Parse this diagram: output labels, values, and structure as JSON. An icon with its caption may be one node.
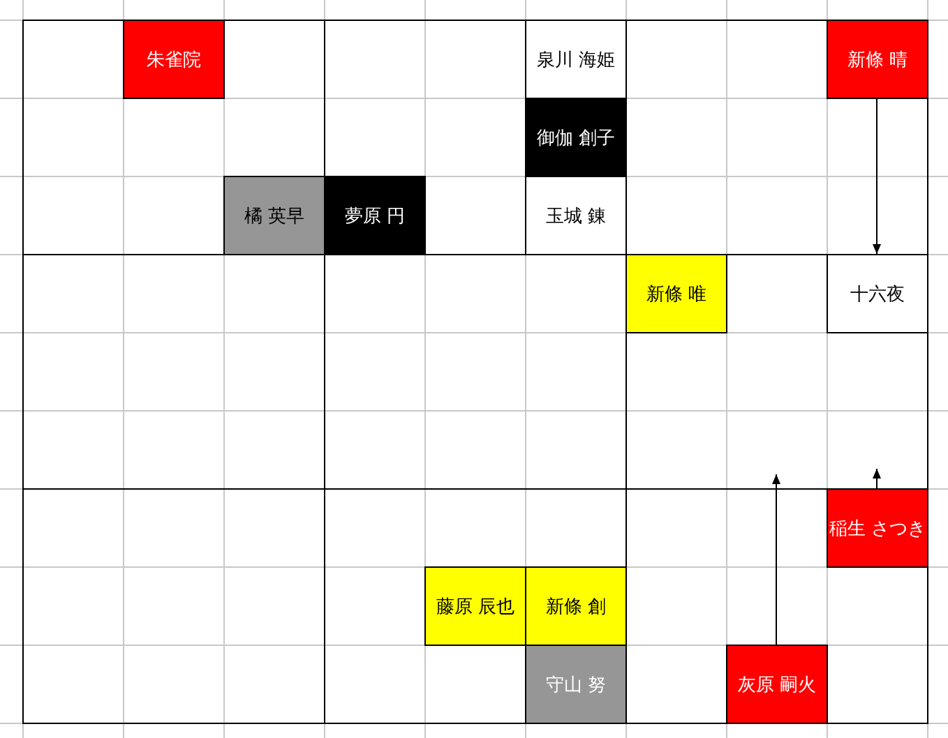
{
  "diagram": {
    "nodes": [
      {
        "text": [
          "朱雀院"
        ]
      },
      {
        "text": [
          "泉川 海姫"
        ]
      },
      {
        "text": [
          "新條 晴"
        ]
      },
      {
        "text": [
          "御伽 創子"
        ]
      },
      {
        "text": [
          "橘 英早"
        ]
      },
      {
        "text": [
          "夢原 円"
        ]
      },
      {
        "text": [
          "玉城 錬"
        ]
      },
      {
        "text": [
          "新條 唯"
        ]
      },
      {
        "text": [
          "十六夜"
        ]
      },
      {
        "text": [
          "稲生 さつき"
        ]
      },
      {
        "text": [
          "藤原 辰也"
        ]
      },
      {
        "text": [
          "新條 創"
        ]
      },
      {
        "text": [
          "守山 努"
        ]
      },
      {
        "text": [
          "灰原 嗣火"
        ]
      }
    ],
    "edges": [
      {
        "from": 2,
        "to": 8,
        "arrow": "to"
      },
      {
        "from": 13,
        "to": null,
        "arrow": "to"
      },
      {
        "from": 9,
        "to": null,
        "arrow": "to"
      }
    ]
  }
}
